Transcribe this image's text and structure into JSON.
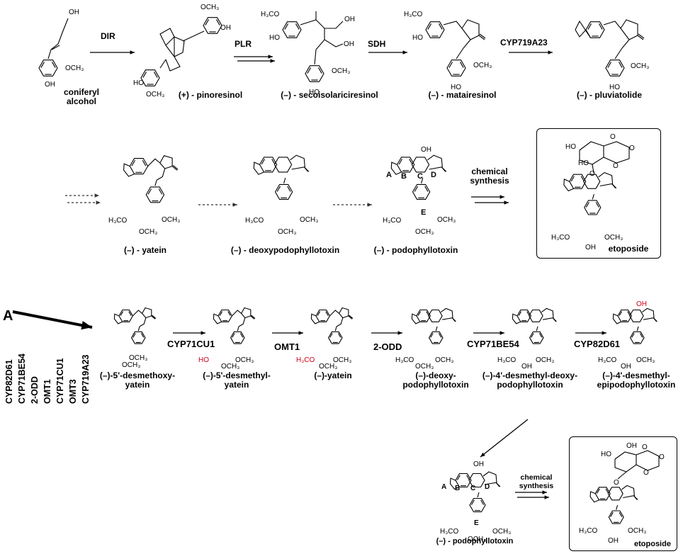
{
  "compounds_top": {
    "coniferyl": "coniferyl\nalcohol",
    "pinoresinol": "(+) - pinoresinol",
    "secoisolariciresinol": "(–) - secoisolariciresinol",
    "matairesinol": "(–) - matairesinol",
    "pluviatolide": "(–) - pluviatolide"
  },
  "enzymes_top": {
    "dir": "DIR",
    "plr": "PLR",
    "sdh": "SDH",
    "cyp719a23": "CYP719A23"
  },
  "compounds_mid": {
    "yatein": "(–) - yatein",
    "deoxypodophyllotoxin": "(–) - deoxypodophyllotoxin",
    "podophyllotoxin": "(–) - podophyllotoxin",
    "etoposide": "etoposide"
  },
  "chemical_synthesis": "chemical\nsynthesis",
  "panel_letter": "A",
  "enzymes_bottom": {
    "cyp71cu1": "CYP71CU1",
    "omt1": "OMT1",
    "odd2": "2-ODD",
    "cyp71be54": "CYP71BE54",
    "cyp82d61": "CYP82D61"
  },
  "compounds_bottom": {
    "desmethoxy_yatein": "(–)-5'-desmethoxy-\nyatein",
    "desmethyl_yatein": "(–)-5'-desmethyl-\nyatein",
    "yatein": "(–)-yatein",
    "deoxy_podophyllotoxin": "(–)-deoxy-\npodophyllotoxin",
    "desmethyl_deoxy": "(–)-4'-desmethyl-deoxy-\npodophyllotoxin",
    "desmethyl_epipodo": "(–)-4'-desmethyl-\nepipodophyllotoxin",
    "podophyllotoxin": "(–) - podophyllotoxin",
    "etoposide": "etoposide"
  },
  "gene_list": [
    "CYP82D61",
    "CYP71BE54",
    "2-ODD",
    "OMT1",
    "CYP71CU1",
    "OMT3",
    "CYP719A23"
  ],
  "ring_labels": [
    "A",
    "B",
    "C",
    "D",
    "E"
  ],
  "atoms": {
    "oh": "OH",
    "ho": "HO",
    "och3": "OCH₃",
    "h3co": "H₃CO",
    "o": "O",
    "h3co_red": "H₃CO",
    "ho_red": "HO",
    "oh_red": "OH"
  },
  "colors": {
    "ink": "#000000",
    "highlight": "#d0021b",
    "dashed": "#333333"
  }
}
